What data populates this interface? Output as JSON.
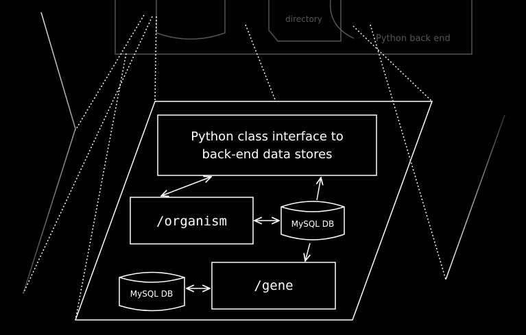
{
  "background_top": {
    "directory_label": "directory",
    "backend_label": "Python back end"
  },
  "diagram": {
    "interface_label_line1": "Python class interface to",
    "interface_label_line2": "back-end data stores",
    "organism_label": "/organism",
    "gene_label": "/gene",
    "db_right_label": "MySQL DB",
    "db_left_label": "MySQL DB"
  },
  "colors": {
    "background": "#000000",
    "foreground": "#ffffff",
    "dim": "#5a5a5a"
  }
}
